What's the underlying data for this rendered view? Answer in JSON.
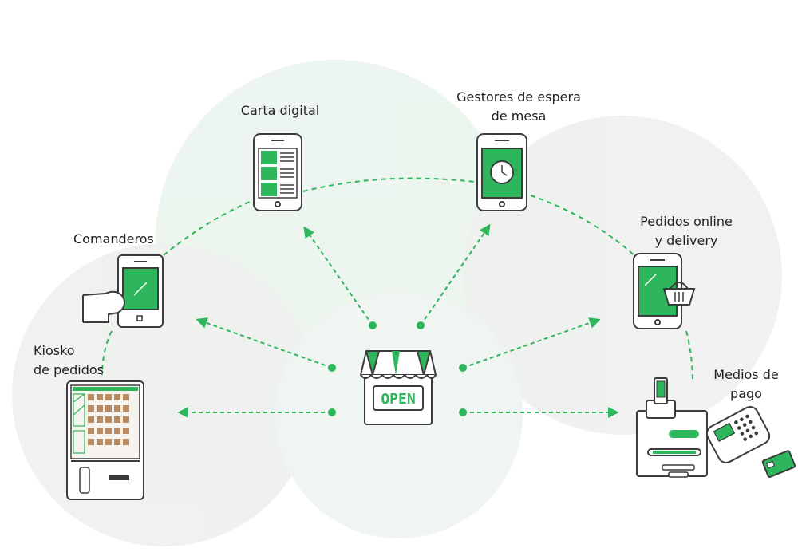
{
  "colors": {
    "accent": "#2eb65c",
    "stroke": "#3c3c3c",
    "bubble": "#e9f3ec",
    "bubble_gray": "#eeeeee"
  },
  "center": {
    "sign_text": "OPEN",
    "icon": "store-icon"
  },
  "nodes": {
    "carta_digital": {
      "label": "Carta digital",
      "icon": "tablet-menu-icon"
    },
    "gestores_espera": {
      "label": "Gestores de espera\nde mesa",
      "icon": "tablet-clock-icon"
    },
    "pedidos_online": {
      "label": "Pedidos online\ny delivery",
      "icon": "phone-basket-icon"
    },
    "comanderos": {
      "label": "Comanderos",
      "icon": "handheld-device-icon"
    },
    "kiosko": {
      "label": "Kiosko\nde pedidos",
      "icon": "kiosk-icon"
    },
    "medios_pago": {
      "label": "Medios de\npago",
      "icon": "payment-terminal-icon"
    }
  }
}
